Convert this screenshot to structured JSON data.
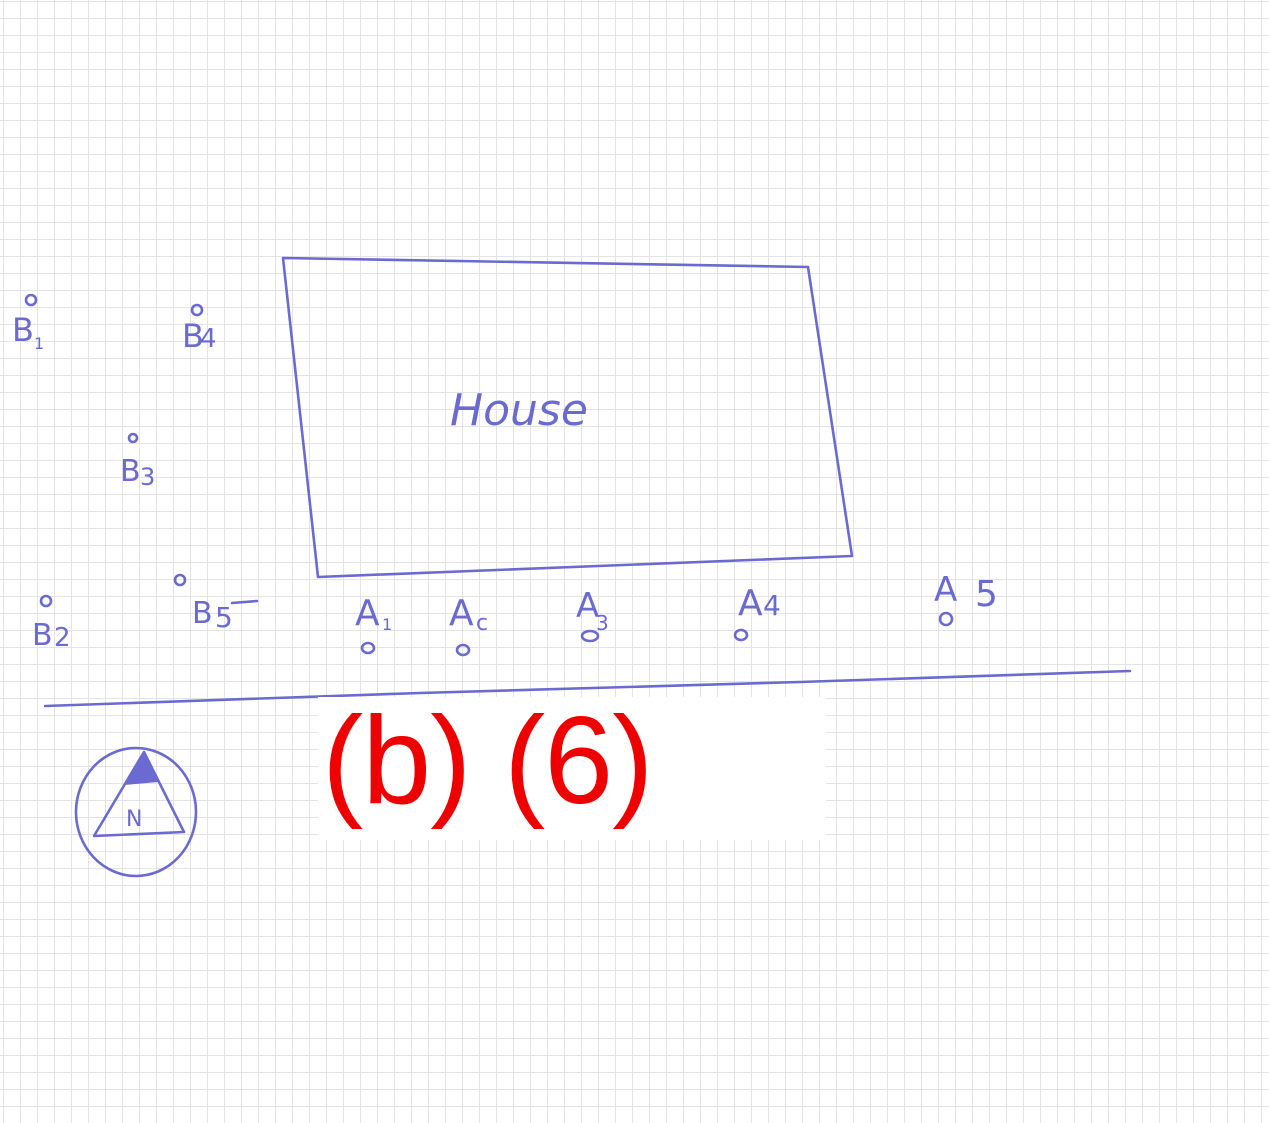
{
  "house_label": "House",
  "caption": "(b) (6)",
  "north_label": "N",
  "colors": {
    "ink": "#6a6ad0",
    "caption": "#ee0000",
    "grid": "#e4e4e4"
  },
  "points_b": [
    {
      "id": "b1",
      "letter": "B",
      "index": "1"
    },
    {
      "id": "b2",
      "letter": "B",
      "index": "2"
    },
    {
      "id": "b3",
      "letter": "B",
      "index": "3"
    },
    {
      "id": "b4",
      "letter": "B",
      "index": "4"
    },
    {
      "id": "b5",
      "letter": "B",
      "index": "5"
    }
  ],
  "points_a": [
    {
      "id": "a1",
      "letter": "A",
      "index": "1"
    },
    {
      "id": "a2",
      "letter": "A",
      "index": "c"
    },
    {
      "id": "a3",
      "letter": "A",
      "index": "3"
    },
    {
      "id": "a4",
      "letter": "A",
      "index": "4"
    },
    {
      "id": "a5",
      "letter": "A",
      "index": "5"
    }
  ]
}
